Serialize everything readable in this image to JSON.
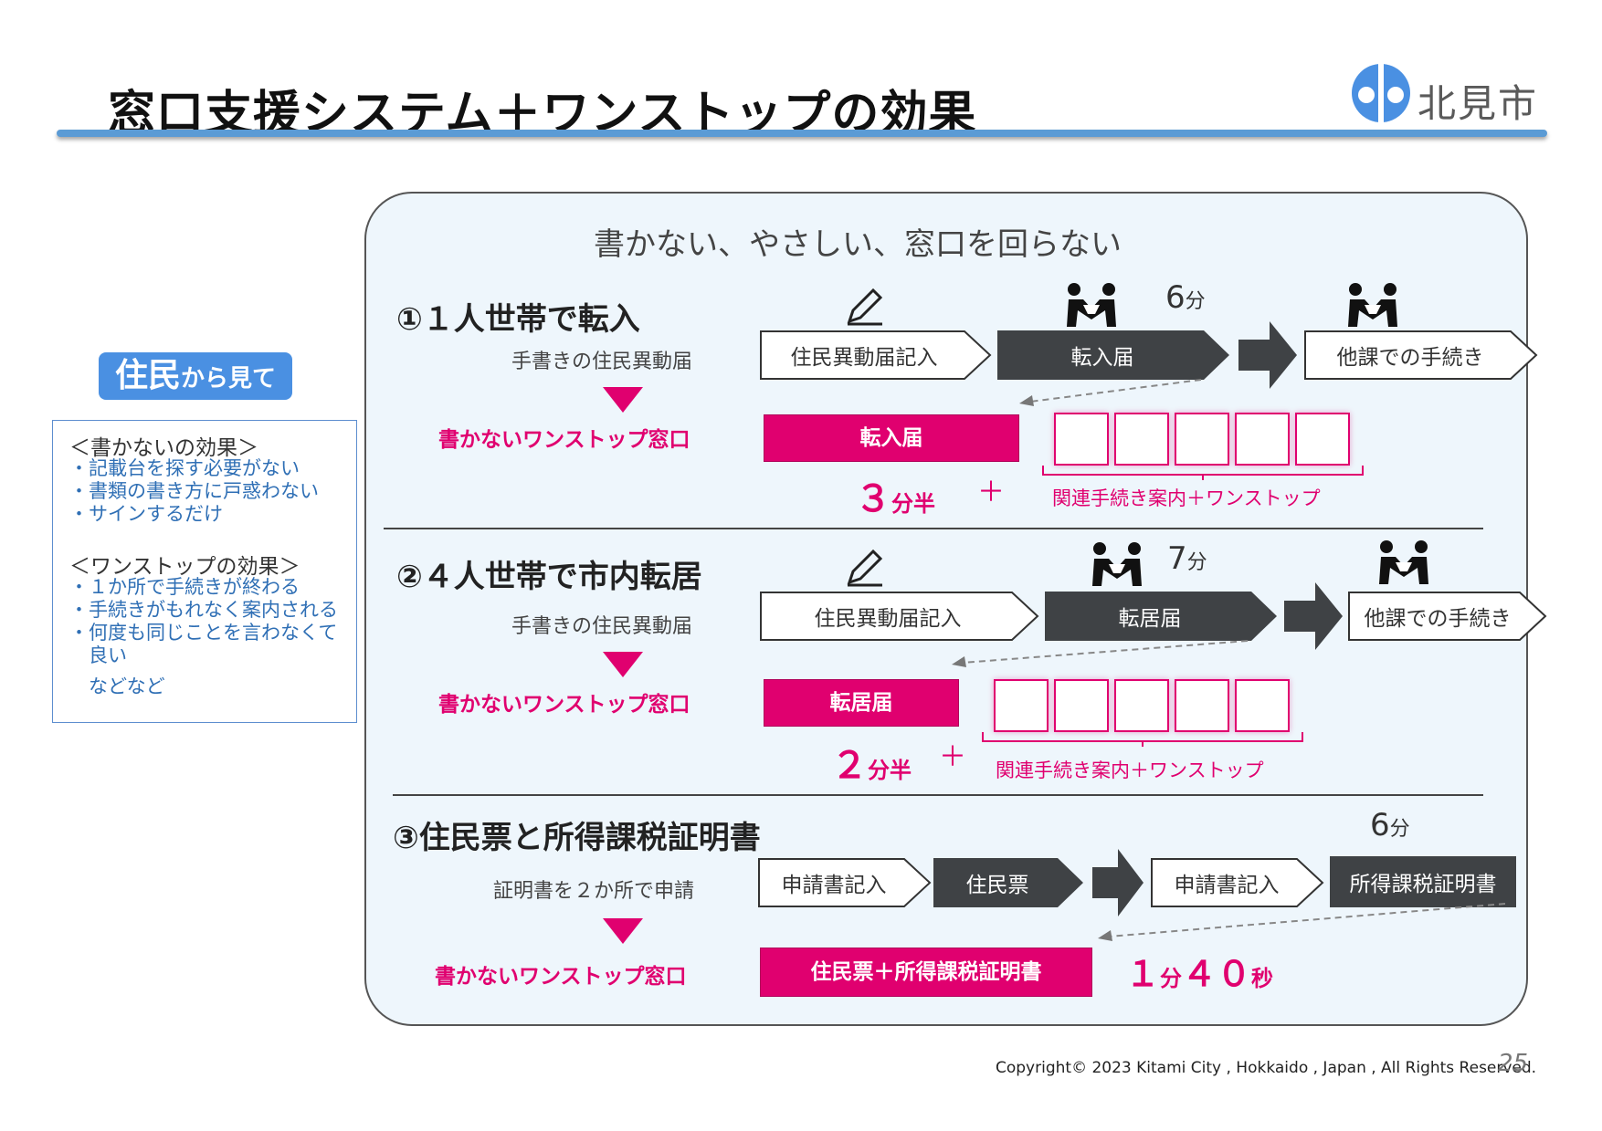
{
  "header": {
    "title": "窓口支援システム＋ワンストップの効果",
    "logo_text": "北見市"
  },
  "panel": {
    "heading": "書かない、やさしい、窓口を回らない"
  },
  "sidebar": {
    "badge_main": "住民",
    "badge_small": "から見て",
    "lines": [
      {
        "text": "＜書かないの効果＞",
        "kind": "head"
      },
      {
        "text": "・記載台を探す必要がない",
        "kind": "item"
      },
      {
        "text": "・書類の書き方に戸惑わない",
        "kind": "item"
      },
      {
        "text": "・サインするだけ",
        "kind": "item"
      },
      {
        "text": "＜ワンストップの効果＞",
        "kind": "head"
      },
      {
        "text": "・１か所で手続きが終わる",
        "kind": "item"
      },
      {
        "text": "・手続きがもれなく案内される",
        "kind": "item"
      },
      {
        "text": "・何度も同じことを言わなくて",
        "kind": "item"
      },
      {
        "text": "　良い",
        "kind": "item"
      },
      {
        "text": "　などなど",
        "kind": "item"
      }
    ]
  },
  "sections": [
    {
      "title": "①１人世帯で転入",
      "before_label": "手書きの住民異動届",
      "after_label": "書かないワンストップ窓口",
      "step1": "住民異動届記入",
      "step2": "転入届",
      "step3": "他課での手続き",
      "before_minutes": "6",
      "pink_bar": "転入届",
      "time_big": "３",
      "time_unit": "分半",
      "plus": "＋",
      "related": "関連手続き案内＋ワンストップ"
    },
    {
      "title": "②４人世帯で市内転居",
      "before_label": "手書きの住民異動届",
      "after_label": "書かないワンストップ窓口",
      "step1": "住民異動届記入",
      "step2": "転居届",
      "step3": "他課での手続き",
      "before_minutes": "7",
      "pink_bar": "転居届",
      "time_big": "２",
      "time_unit": "分半",
      "plus": "＋",
      "related": "関連手続き案内＋ワンストップ"
    },
    {
      "title": "③住民票と所得課税証明書",
      "before_label": "証明書を２か所で申請",
      "after_label": "書かないワンストップ窓口",
      "step1": "申請書記入",
      "step2": "住民票",
      "step3": "申請書記入",
      "step4": "所得課税証明書",
      "before_minutes": "6",
      "pink_bar": "住民票＋所得課税証明書",
      "time_big": "１",
      "time_unit": "分",
      "time_big2": "４０",
      "time_unit2": "秒"
    }
  ],
  "minute_unit": "分",
  "footer": {
    "copyright": "Copyright© 2023 Kitami City , Hokkaido , Japan , All Rights Reserved.",
    "page": "25"
  },
  "colors": {
    "accent_pink": "#e0006f",
    "dark_step": "#3f4245",
    "blue": "#4a90e2"
  },
  "icons": [
    "pencil-icon",
    "handshake-icon"
  ]
}
